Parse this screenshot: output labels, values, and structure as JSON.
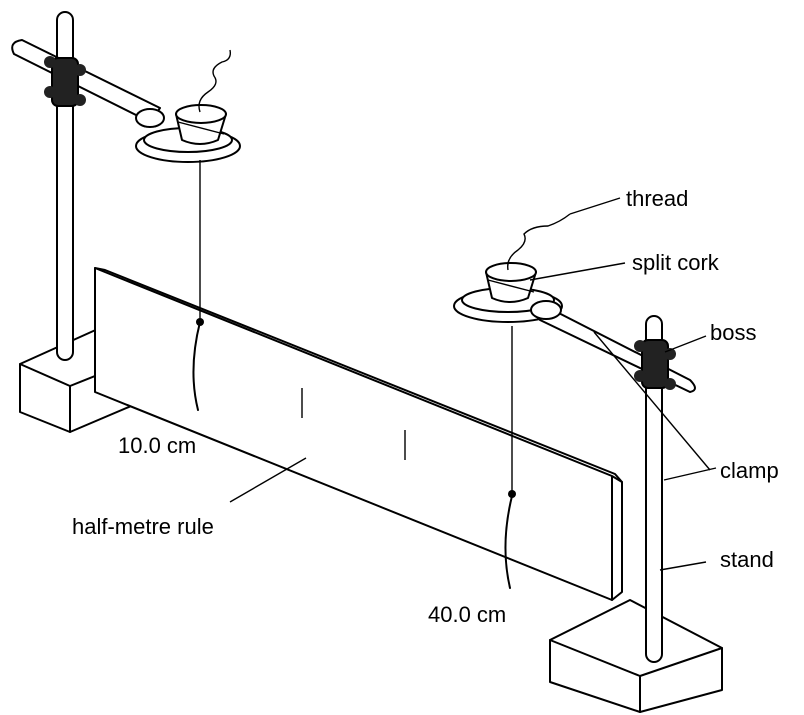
{
  "labels": {
    "thread": "thread",
    "split_cork": "split cork",
    "boss": "boss",
    "clamp": "clamp",
    "stand": "stand",
    "half_metre_rule": "half-metre rule",
    "mark_left": "10.0 cm",
    "mark_right": "40.0 cm"
  }
}
